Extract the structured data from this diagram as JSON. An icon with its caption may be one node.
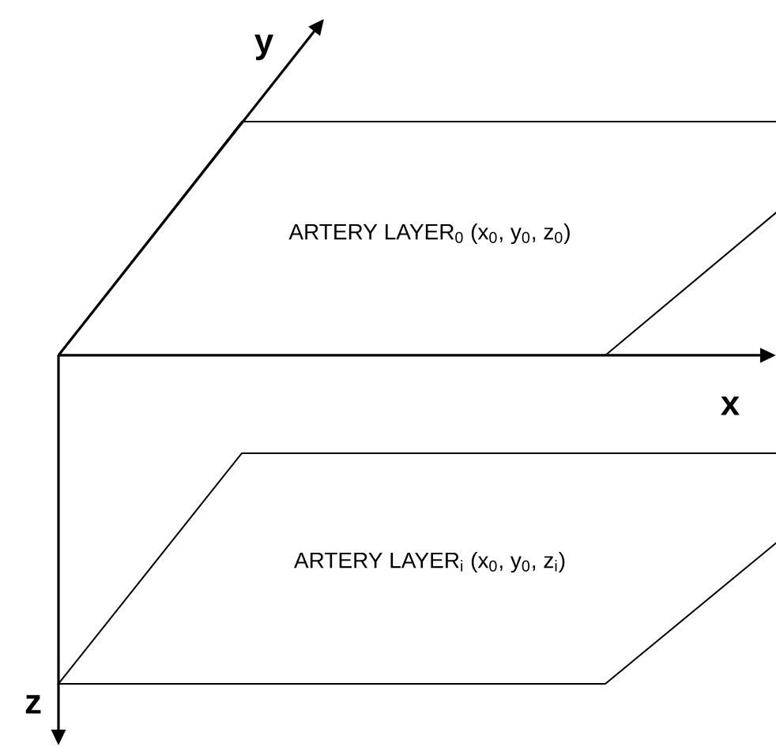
{
  "diagram": {
    "nodes": [
      {
        "text": [
          "ARTERY LAYER$_{0}$ (x$_{0}$, y$_{0}$, z$_{0}$)"
        ]
      },
      {
        "text": [
          "ARTERY LAYER$_{i}$ (x$_{0}$, y$_{0}$, z$_{i}$)"
        ]
      }
    ],
    "labels": [
      "y",
      "x",
      "z"
    ]
  }
}
